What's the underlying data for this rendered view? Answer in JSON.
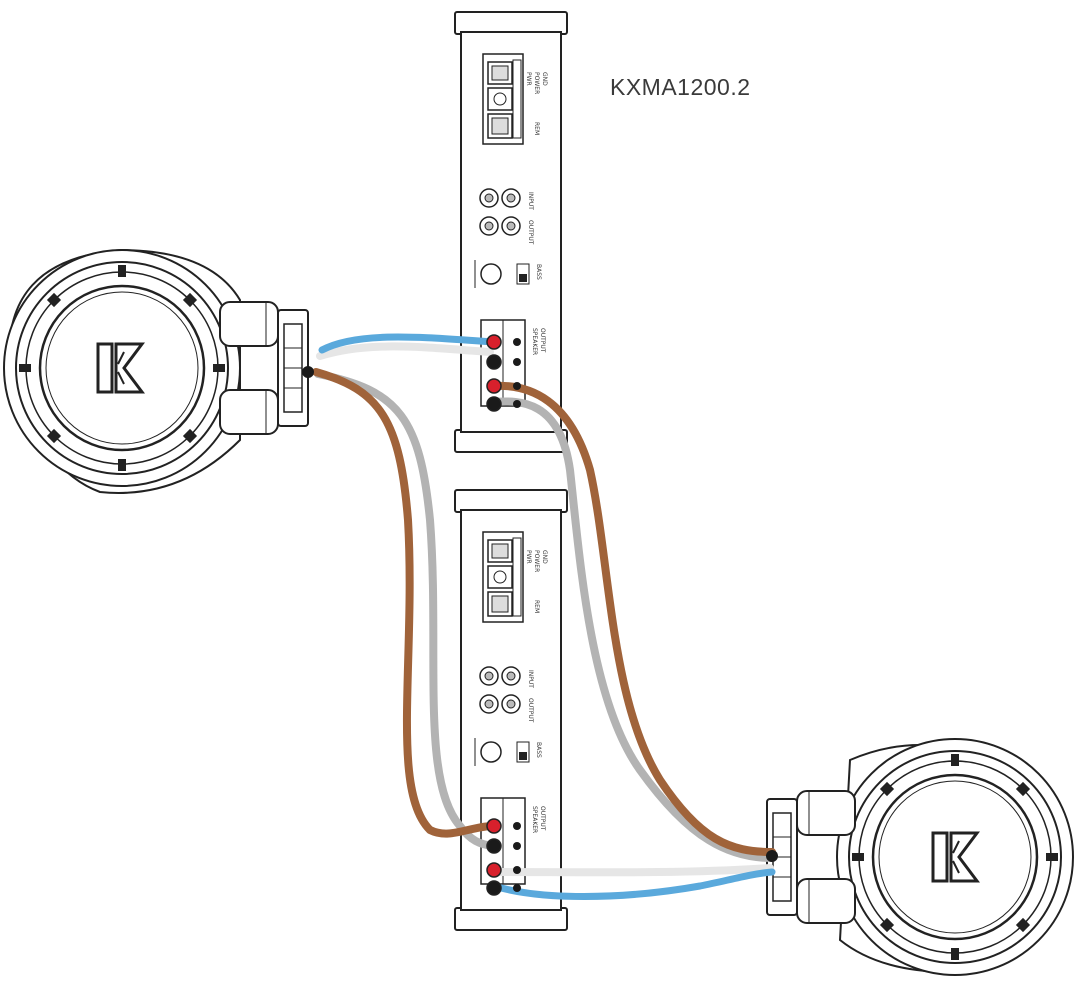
{
  "model": "KXMA1200.2",
  "amplifiers": [
    {
      "id": "amp-top"
    },
    {
      "id": "amp-bottom"
    }
  ],
  "subwoofers": [
    {
      "id": "sub-left",
      "logo_icon": "kicker-logo-icon"
    },
    {
      "id": "sub-right",
      "logo_icon": "kicker-logo-icon"
    }
  ],
  "wire_colors": {
    "blue": "#5aa9dc",
    "brown": "#a0633a",
    "gray": "#b3b3b3",
    "light": "#e6e6e6"
  },
  "terminal_colors": {
    "positive": "#d8202c",
    "negative": "#1a1a1a"
  }
}
